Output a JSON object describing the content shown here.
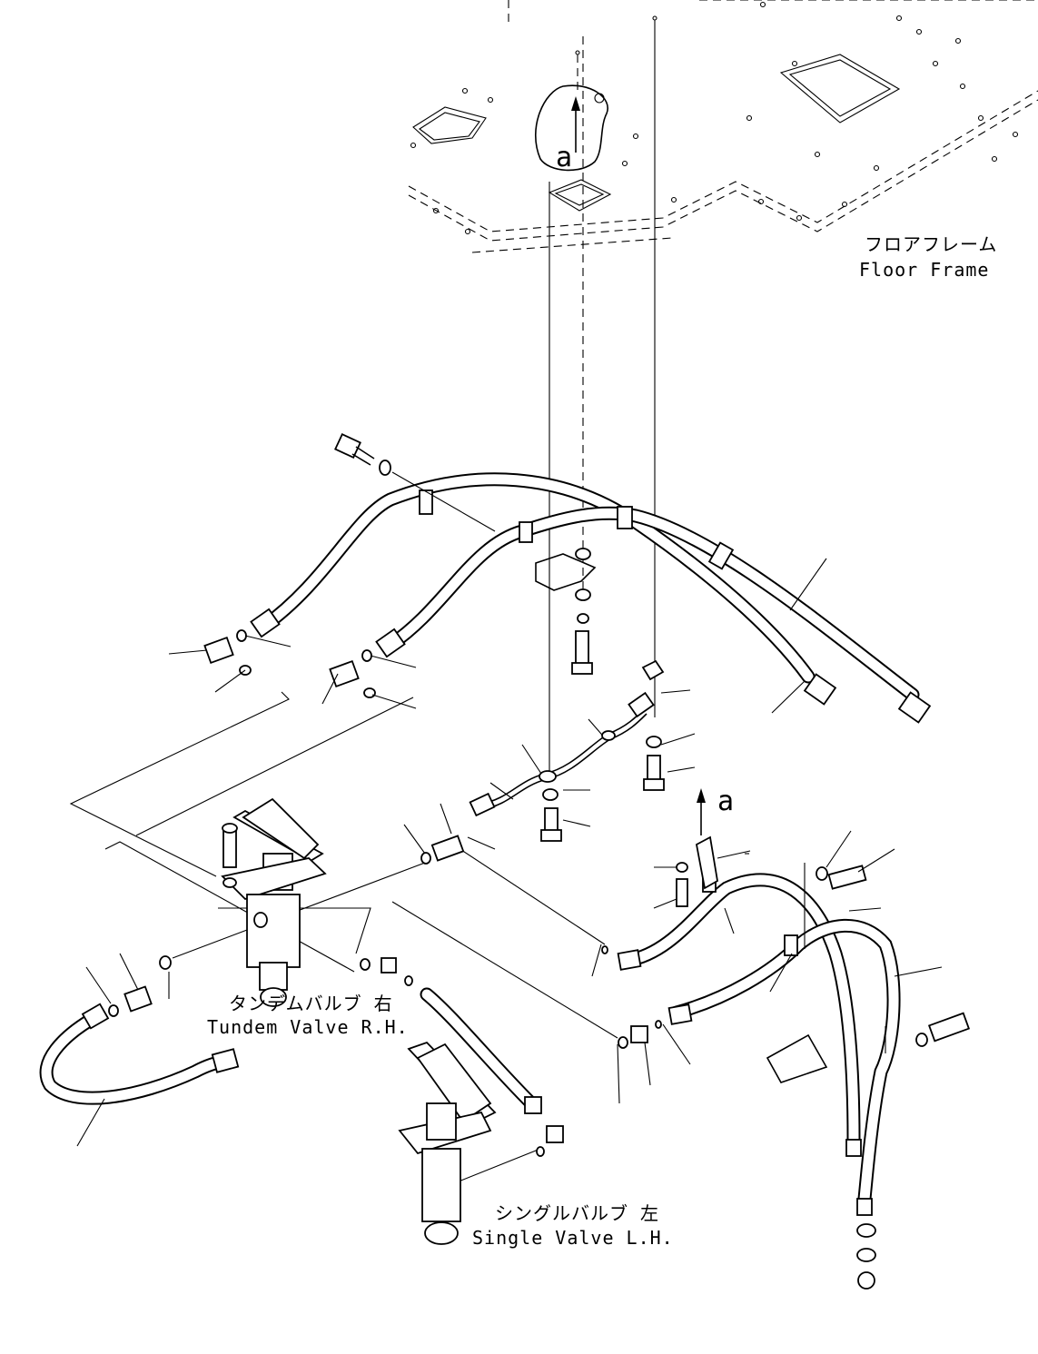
{
  "callout_marker": "a",
  "labels": {
    "floor_frame_jp": "フロアフレーム",
    "floor_frame_en": "Floor Frame",
    "tandem_valve_jp": "タンデムバルブ 右",
    "tandem_valve_en": "Tundem Valve R.H.",
    "single_valve_jp": "シングルバルブ 左",
    "single_valve_en": "Single Valve L.H."
  }
}
